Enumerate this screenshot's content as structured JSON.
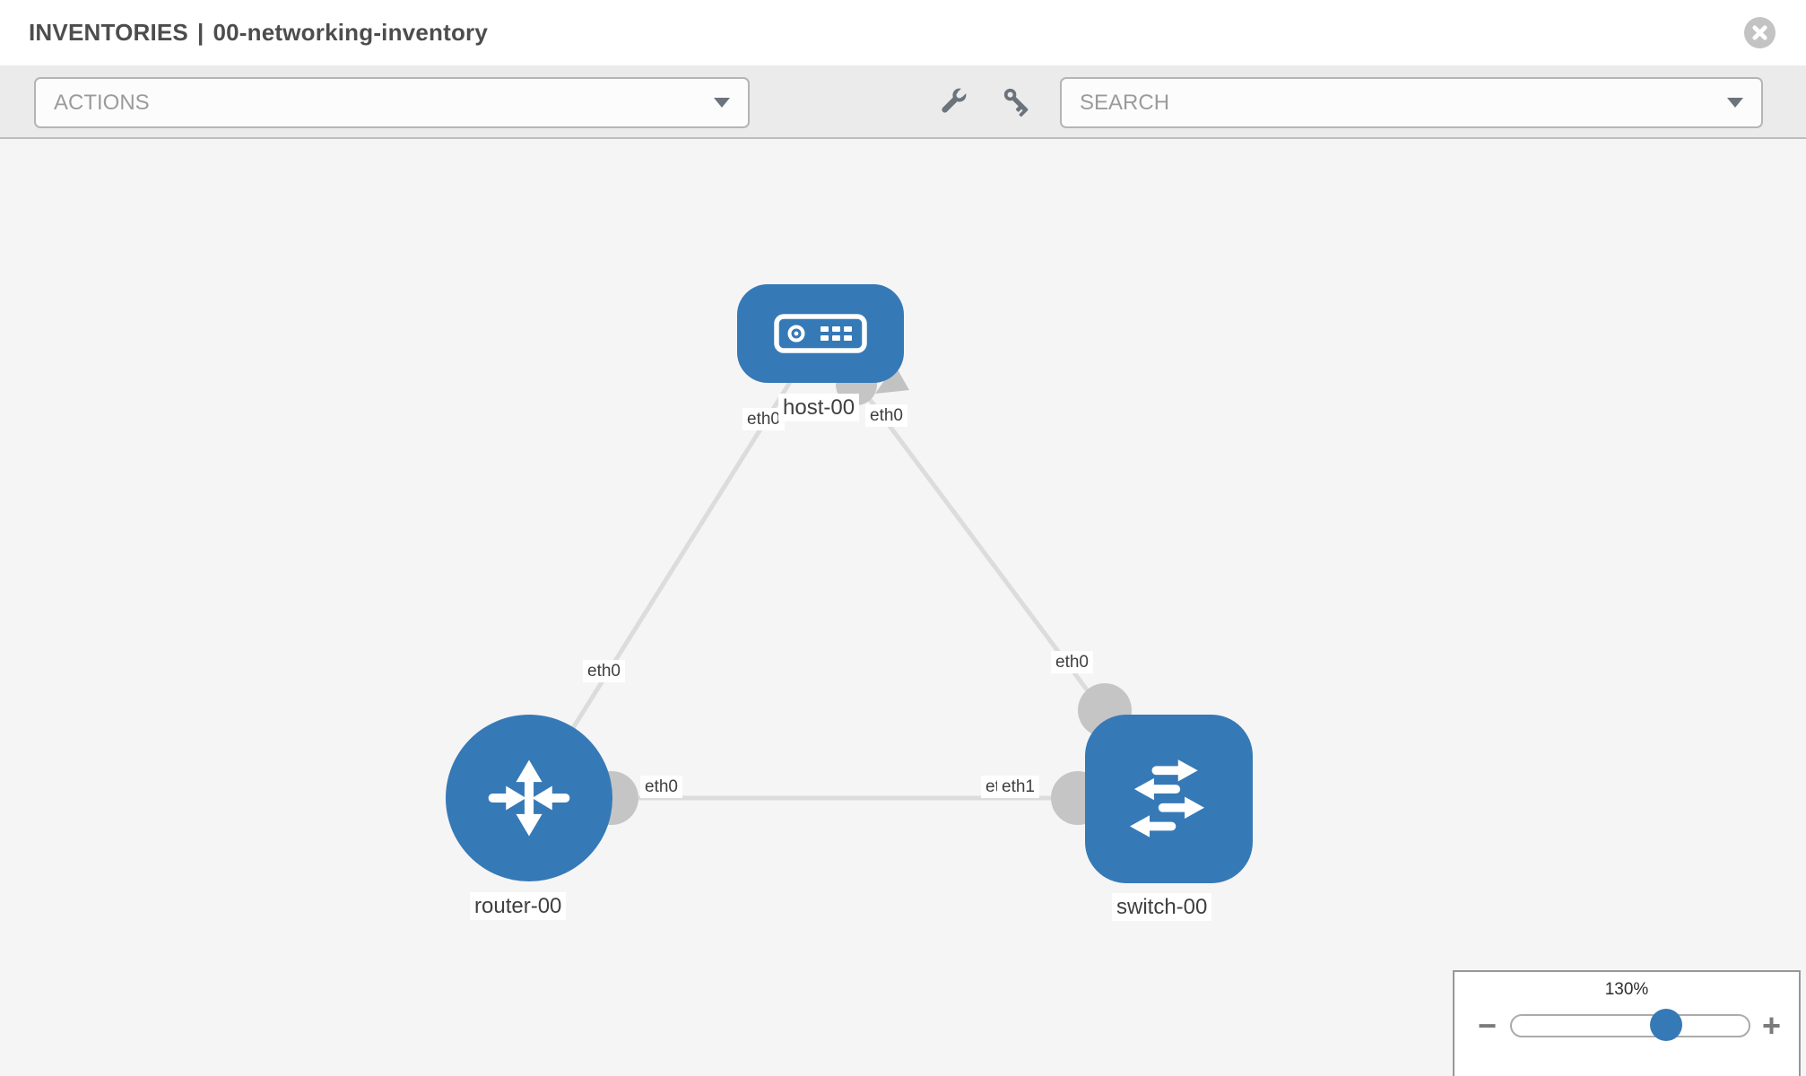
{
  "window": {
    "title_section": "INVENTORIES",
    "title_divider": "|",
    "title_name": "00-networking-inventory"
  },
  "toolbar": {
    "actions_label": "ACTIONS",
    "search_placeholder": "SEARCH"
  },
  "topology": {
    "nodes": [
      {
        "id": "host-00",
        "label": "host-00",
        "type": "host",
        "shape": "rounded-rect",
        "icon": "server-icon"
      },
      {
        "id": "router-00",
        "label": "router-00",
        "type": "router",
        "shape": "circle",
        "icon": "router-arrows-icon"
      },
      {
        "id": "switch-00",
        "label": "switch-00",
        "type": "switch",
        "shape": "rounded-square",
        "icon": "switch-arrows-icon"
      }
    ],
    "links": [
      {
        "from": "router-00",
        "to": "host-00",
        "from_interface": "eth0",
        "to_interface": "eth0"
      },
      {
        "from": "host-00",
        "to": "switch-00",
        "from_interface": "eth0",
        "to_interface": "eth0"
      },
      {
        "from": "router-00",
        "to": "switch-00",
        "from_interface": "eth0",
        "to_interface": "eth1"
      }
    ],
    "interface_labels": {
      "host_left_eth": "eth0",
      "host_right_eth": "eth0",
      "router_uplink_eth": "eth0",
      "switch_uplink_eth": "eth0",
      "router_switch_left_eth": "eth0",
      "router_switch_right_under_eth": "eth0",
      "router_switch_right_over_eth": "eth1"
    }
  },
  "zoom_widget": {
    "level": "130%",
    "zoom_out_label": "−",
    "zoom_in_label": "+"
  },
  "colors": {
    "node_blue": "#3679b7",
    "slider_blue": "#3679b7",
    "link_gray": "#dcdcdc",
    "interface_dot_gray": "#c5c5c5",
    "canvas_bg": "#f5f5f5",
    "toolbar_bg": "#ebebeb",
    "icon_gray": "#6b737b",
    "placeholder_gray": "#9b9b9b",
    "title_gray": "#4d4d4d"
  }
}
